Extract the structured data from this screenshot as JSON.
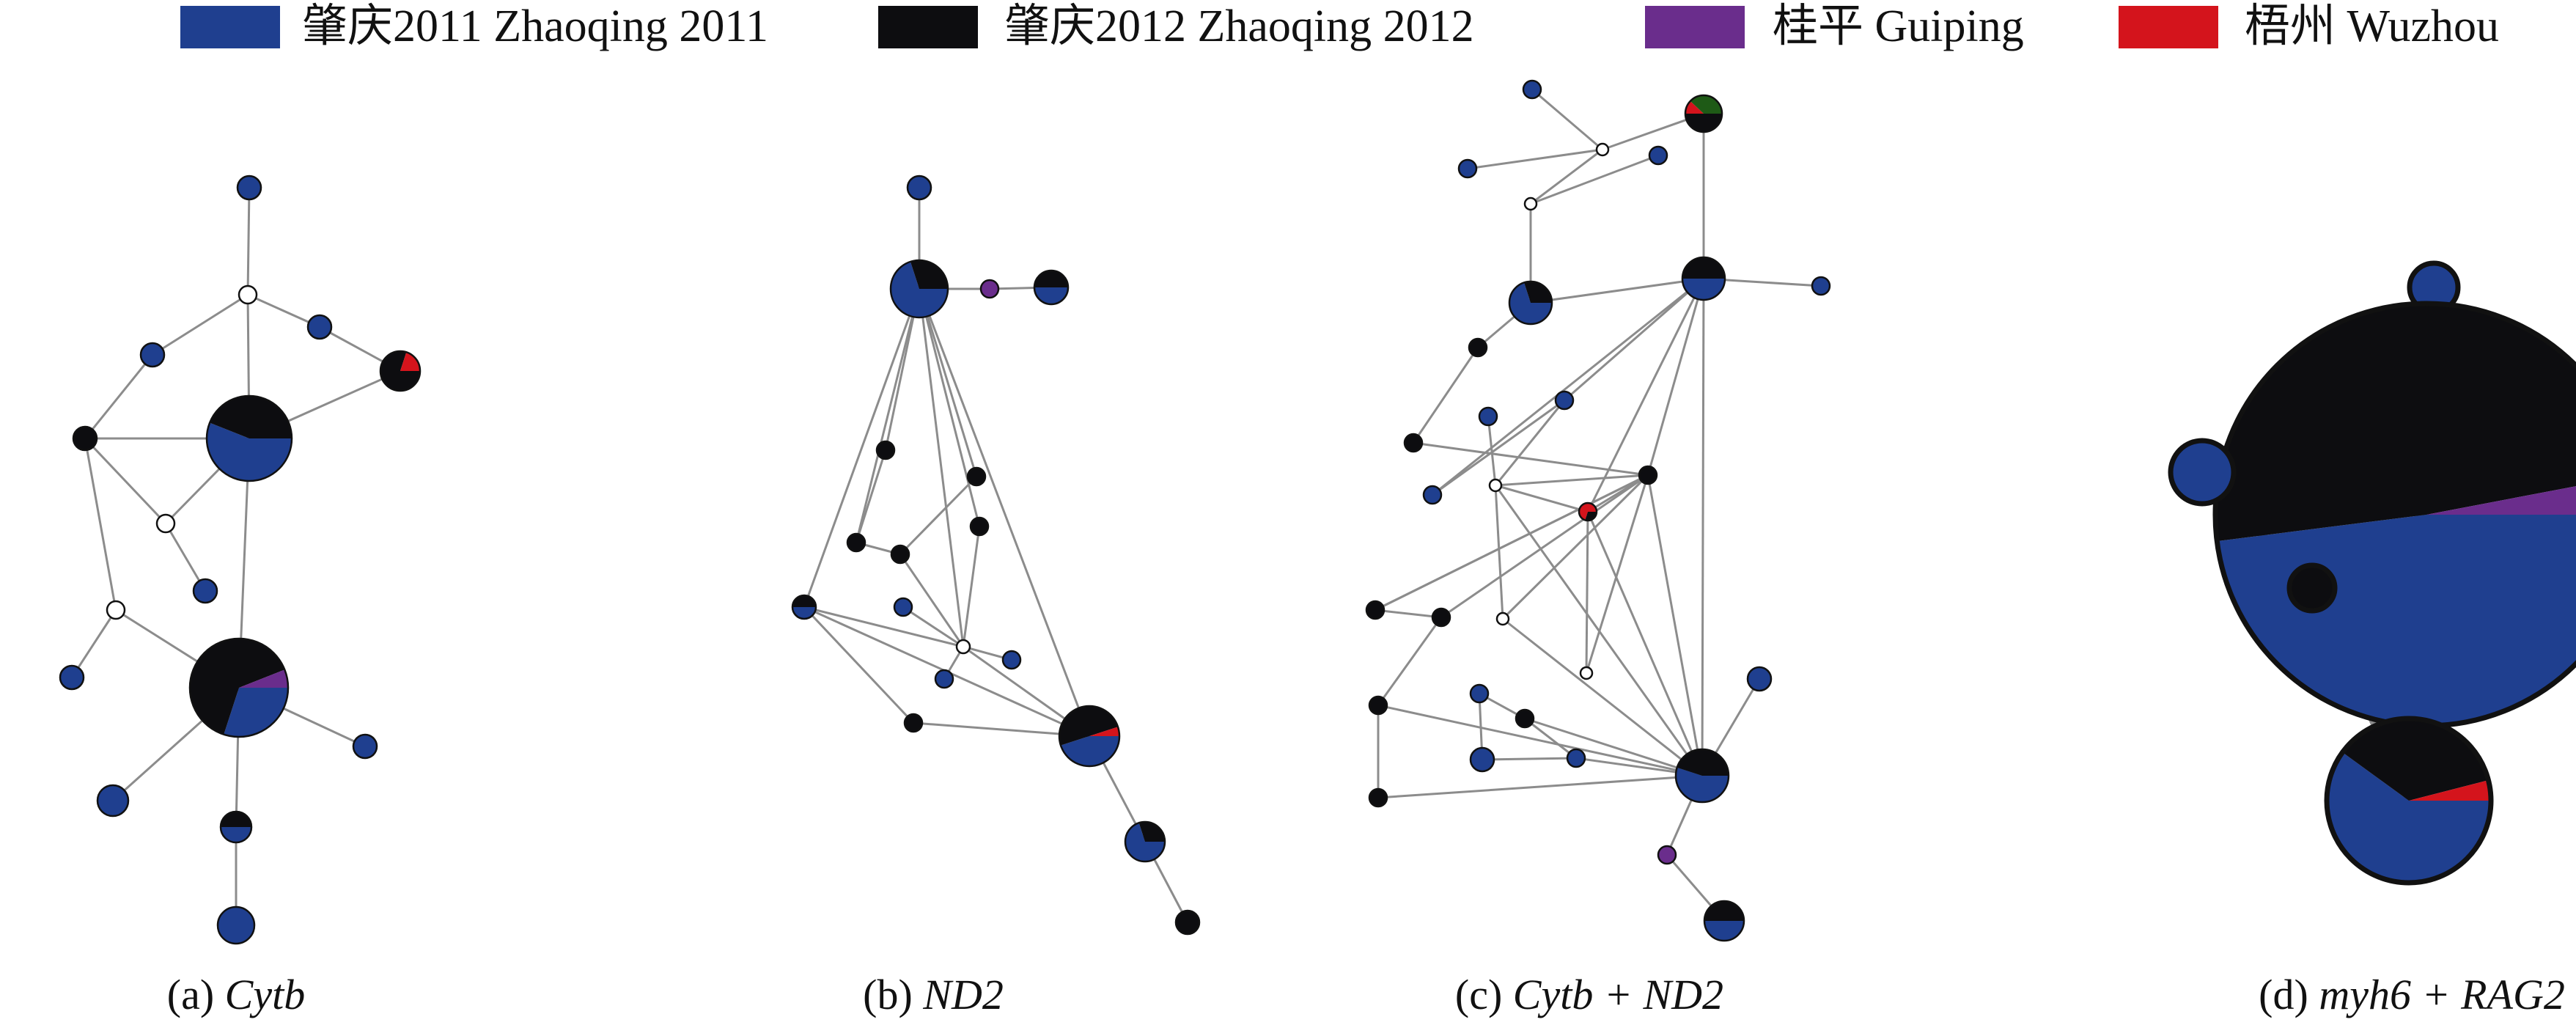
{
  "colors": {
    "zq2011": "#1f3f8f",
    "zq2012": "#0d0d10",
    "guiping": "#6a2d8c",
    "wuzhou": "#d4141c",
    "other": "#1e5a16",
    "median": "#ffffff"
  },
  "legend": [
    {
      "key": "zq2011",
      "label": "肇庆2011 Zhaoqing 2011"
    },
    {
      "key": "zq2012",
      "label": "肇庆2012 Zhaoqing 2012"
    },
    {
      "key": "guiping",
      "label": "桂平 Guiping"
    },
    {
      "key": "wuzhou",
      "label": "梧州 Wuzhou"
    }
  ],
  "panels": [
    {
      "id": "a",
      "prefix": "(a) ",
      "gene": "Cytb"
    },
    {
      "id": "b",
      "prefix": "(b) ",
      "gene": "ND2"
    },
    {
      "id": "c",
      "prefix": "(c) ",
      "gene": "Cytb + ND2"
    },
    {
      "id": "d",
      "prefix": "(d) ",
      "gene": "myh6 + RAG2"
    }
  ],
  "networks": {
    "a": {
      "nodes": [
        {
          "id": 1,
          "pie": [
            1
          ]
        },
        {
          "id": 2,
          "pie": [
            1
          ]
        },
        {
          "id": 3,
          "pie": [
            1
          ]
        },
        {
          "id": 4,
          "pie": [
            0,
            0.8,
            0,
            0.2
          ]
        },
        {
          "id": 5,
          "pie": [
            0,
            1
          ]
        },
        {
          "id": 6,
          "pie": [
            0.56,
            0.44
          ]
        },
        {
          "id": 7,
          "pie": [
            1
          ]
        },
        {
          "id": 8,
          "pie": [
            1
          ]
        },
        {
          "id": 9,
          "pie": [
            0.3,
            0.64,
            0.06
          ]
        },
        {
          "id": 10,
          "pie": [
            1
          ]
        },
        {
          "id": 11,
          "pie": [
            1
          ]
        },
        {
          "id": 12,
          "pie": [
            0.5,
            0.5
          ]
        },
        {
          "id": 13,
          "pie": [
            1
          ]
        },
        {
          "id": 14,
          "pie": [
            1
          ]
        },
        {
          "id": 15,
          "median": true
        },
        {
          "id": 16,
          "median": true
        },
        {
          "id": 17,
          "median": true
        }
      ],
      "edges": [
        [
          1,
          15
        ],
        [
          15,
          2
        ],
        [
          15,
          3
        ],
        [
          3,
          4
        ],
        [
          15,
          6
        ],
        [
          2,
          5
        ],
        [
          5,
          6
        ],
        [
          5,
          16
        ],
        [
          16,
          6
        ],
        [
          6,
          4
        ],
        [
          16,
          7
        ],
        [
          5,
          17
        ],
        [
          17,
          8
        ],
        [
          17,
          9
        ],
        [
          6,
          9
        ],
        [
          9,
          10
        ],
        [
          9,
          11
        ],
        [
          9,
          12
        ],
        [
          12,
          13
        ]
      ]
    },
    "b": {
      "nodes": [
        {
          "id": 1,
          "pie": [
            1
          ]
        },
        {
          "id": 2,
          "pie": [
            0.7,
            0.3
          ]
        },
        {
          "id": 3,
          "pie": [
            0,
            0,
            1
          ]
        },
        {
          "id": 4,
          "pie": [
            0.5,
            0.5
          ]
        },
        {
          "id": 5,
          "pie": [
            0,
            1
          ]
        },
        {
          "id": 6,
          "pie": [
            0,
            1
          ]
        },
        {
          "id": 7,
          "pie": [
            0,
            1
          ]
        },
        {
          "id": 8,
          "pie": [
            0,
            1
          ]
        },
        {
          "id": 9,
          "pie": [
            0,
            1
          ]
        },
        {
          "id": 10,
          "pie": [
            1
          ]
        },
        {
          "id": 11,
          "pie": [
            0.5,
            0.5
          ]
        },
        {
          "id": 12,
          "pie": [
            1
          ]
        },
        {
          "id": 13,
          "pie": [
            1
          ]
        },
        {
          "id": 14,
          "pie": [
            0,
            1
          ]
        },
        {
          "id": 15,
          "pie": [
            0.45,
            0.5,
            0,
            0.05
          ]
        },
        {
          "id": 16,
          "pie": [
            0.7,
            0.3
          ]
        },
        {
          "id": 17,
          "pie": [
            0,
            1
          ]
        },
        {
          "id": 18,
          "median": true
        }
      ],
      "edges": [
        [
          1,
          2
        ],
        [
          2,
          3
        ],
        [
          3,
          4
        ],
        [
          2,
          5
        ],
        [
          2,
          6
        ],
        [
          2,
          7
        ],
        [
          2,
          8
        ],
        [
          2,
          11
        ],
        [
          2,
          18
        ],
        [
          2,
          15
        ],
        [
          5,
          7
        ],
        [
          6,
          9
        ],
        [
          7,
          9
        ],
        [
          8,
          18
        ],
        [
          9,
          18
        ],
        [
          10,
          18
        ],
        [
          11,
          18
        ],
        [
          11,
          14
        ],
        [
          12,
          18
        ],
        [
          13,
          18
        ],
        [
          14,
          15
        ],
        [
          18,
          15
        ],
        [
          15,
          16
        ],
        [
          16,
          17
        ],
        [
          11,
          15
        ]
      ]
    },
    "c": {
      "nodes": [
        {
          "id": 1,
          "pie": [
            1
          ]
        },
        {
          "id": 2,
          "pie": [
            0,
            0.5,
            0,
            0.12,
            0.38
          ]
        },
        {
          "id": 3,
          "pie": [
            1
          ]
        },
        {
          "id": 4,
          "pie": [
            1
          ]
        },
        {
          "id": 5,
          "pie": [
            0.7,
            0.3
          ]
        },
        {
          "id": 6,
          "pie": [
            0.5,
            0.5
          ]
        },
        {
          "id": 7,
          "pie": [
            1
          ]
        },
        {
          "id": 8,
          "pie": [
            0,
            1
          ]
        },
        {
          "id": 9,
          "pie": [
            1
          ]
        },
        {
          "id": 10,
          "pie": [
            1
          ]
        },
        {
          "id": 11,
          "pie": [
            0,
            1
          ]
        },
        {
          "id": 12,
          "pie": [
            0,
            1
          ]
        },
        {
          "id": 13,
          "pie": [
            1
          ]
        },
        {
          "id": 14,
          "pie": [
            0,
            0.3,
            0,
            0.7
          ]
        },
        {
          "id": 15,
          "pie": [
            0,
            1
          ]
        },
        {
          "id": 16,
          "pie": [
            0,
            1
          ]
        },
        {
          "id": 17,
          "pie": [
            1
          ]
        },
        {
          "id": 18,
          "pie": [
            0,
            1
          ]
        },
        {
          "id": 19,
          "pie": [
            0,
            1
          ]
        },
        {
          "id": 20,
          "pie": [
            1
          ]
        },
        {
          "id": 21,
          "pie": [
            1
          ]
        },
        {
          "id": 22,
          "pie": [
            1
          ]
        },
        {
          "id": 23,
          "pie": [
            0,
            1
          ]
        },
        {
          "id": 24,
          "pie": [
            0.55,
            0.45
          ]
        },
        {
          "id": 25,
          "pie": [
            0,
            0,
            1
          ]
        },
        {
          "id": 26,
          "pie": [
            0.5,
            0.5
          ]
        },
        {
          "id": 27,
          "median": true
        },
        {
          "id": 28,
          "median": true
        },
        {
          "id": 29,
          "median": true
        },
        {
          "id": 30,
          "median": true
        },
        {
          "id": 31,
          "median": true
        },
        {
          "id": 32,
          "median": true
        }
      ],
      "edges": [
        [
          1,
          27
        ],
        [
          2,
          27
        ],
        [
          27,
          3
        ],
        [
          27,
          28
        ],
        [
          28,
          4
        ],
        [
          28,
          5
        ],
        [
          5,
          6
        ],
        [
          6,
          7
        ],
        [
          2,
          6
        ],
        [
          5,
          8
        ],
        [
          8,
          11
        ],
        [
          11,
          12
        ],
        [
          12,
          15
        ],
        [
          15,
          16
        ],
        [
          16,
          19
        ],
        [
          9,
          29
        ],
        [
          29,
          10
        ],
        [
          29,
          12
        ],
        [
          29,
          14
        ],
        [
          29,
          30
        ],
        [
          29,
          24
        ],
        [
          10,
          6
        ],
        [
          10,
          13
        ],
        [
          13,
          6
        ],
        [
          14,
          12
        ],
        [
          14,
          24
        ],
        [
          14,
          31
        ],
        [
          12,
          31
        ],
        [
          12,
          30
        ],
        [
          30,
          24
        ],
        [
          17,
          18
        ],
        [
          18,
          21
        ],
        [
          21,
          24
        ],
        [
          20,
          24
        ],
        [
          18,
          32
        ],
        [
          32,
          24
        ],
        [
          12,
          24
        ],
        [
          19,
          24
        ],
        [
          6,
          24
        ],
        [
          24,
          25
        ],
        [
          25,
          26
        ],
        [
          6,
          12
        ],
        [
          6,
          14
        ],
        [
          16,
          12
        ]
      ]
    },
    "d": {
      "nodes": [
        {
          "id": 1,
          "pie": [
            1
          ]
        },
        {
          "id": 2,
          "pie": [
            0.48,
            0.49,
            0.03
          ]
        },
        {
          "id": 3,
          "pie": [
            1
          ]
        },
        {
          "id": 4,
          "pie": [
            0,
            1
          ]
        },
        {
          "id": 5,
          "pie": [
            0.6,
            0.36,
            0,
            0.04
          ]
        }
      ],
      "edges": [
        [
          1,
          2
        ],
        [
          3,
          2
        ],
        [
          3,
          4
        ],
        [
          4,
          5
        ],
        [
          2,
          5
        ]
      ]
    }
  }
}
